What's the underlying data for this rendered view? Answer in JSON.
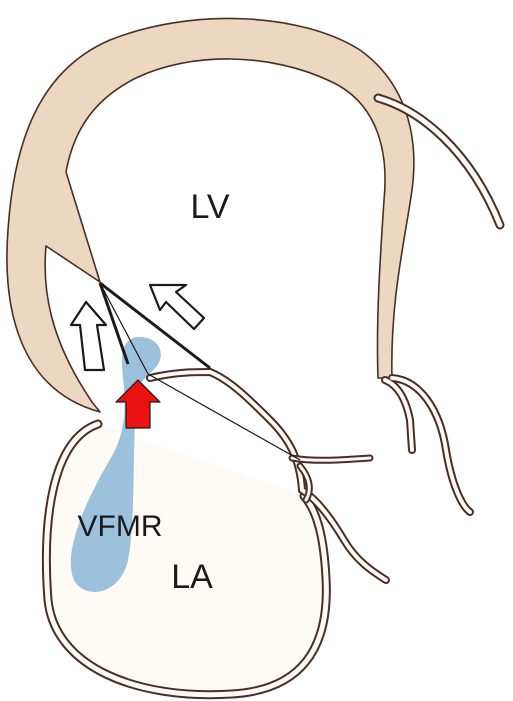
{
  "labels": {
    "lv": "LV",
    "la": "LA",
    "vfmr": "VFMR"
  },
  "colors": {
    "wall_fill": "#ecd7c0",
    "outline": "#4a2e25",
    "jet_fill": "#9cc1dd",
    "arrow_red": "#ee1111",
    "background": "#ffffff"
  }
}
